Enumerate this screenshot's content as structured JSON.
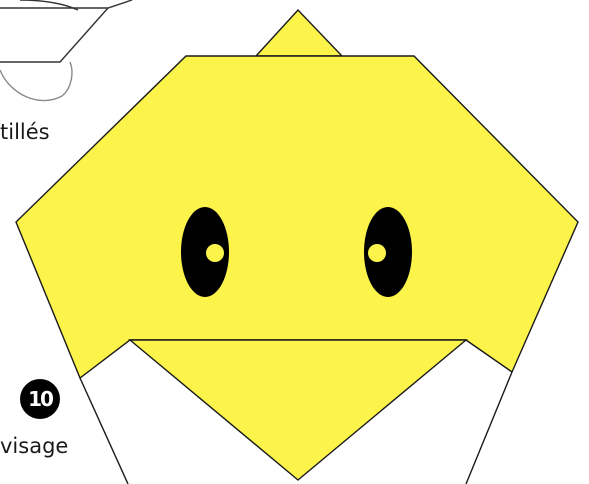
{
  "captions": {
    "top": "tillés",
    "bottom": "visage"
  },
  "step": {
    "number": "10"
  },
  "colors": {
    "face_fill": "#fcf44a",
    "outline": "#1a1a1a",
    "eye": "#000000",
    "eye_highlight": "#fcf44a"
  }
}
